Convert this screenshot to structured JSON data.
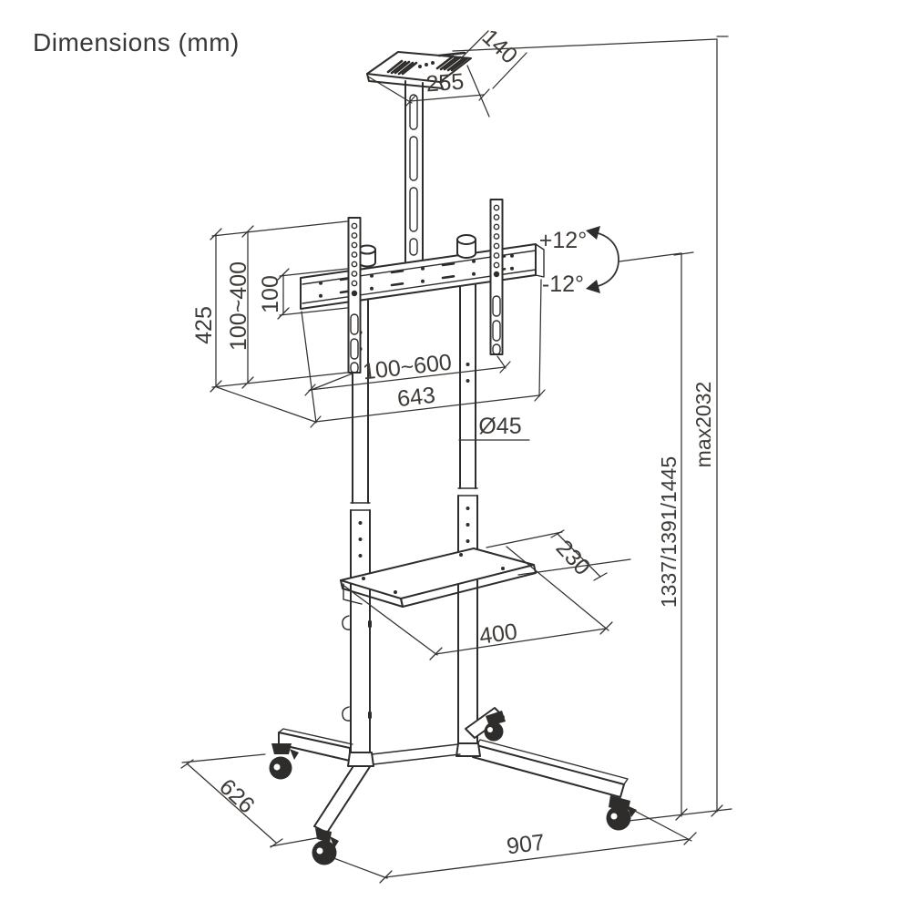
{
  "title": "Dimensions (mm)",
  "labels": {
    "top_shelf_depth": "140",
    "top_shelf_width": "255",
    "bracket_height": "425",
    "vesa_vertical_range": "100~400",
    "bracket_slot": "100",
    "tilt_up": "+12°",
    "tilt_down": "-12°",
    "vesa_horizontal_range": "100~600",
    "bracket_width": "643",
    "pole_diameter": "Ø45",
    "shelf_depth": "230",
    "shelf_width": "400",
    "base_depth": "626",
    "base_width": "907",
    "pole_heights": "1337/1391/1445",
    "max_height": "max2032"
  },
  "colors": {
    "line": "#2f2d2b",
    "text": "#3d3a37",
    "background": "#ffffff"
  }
}
